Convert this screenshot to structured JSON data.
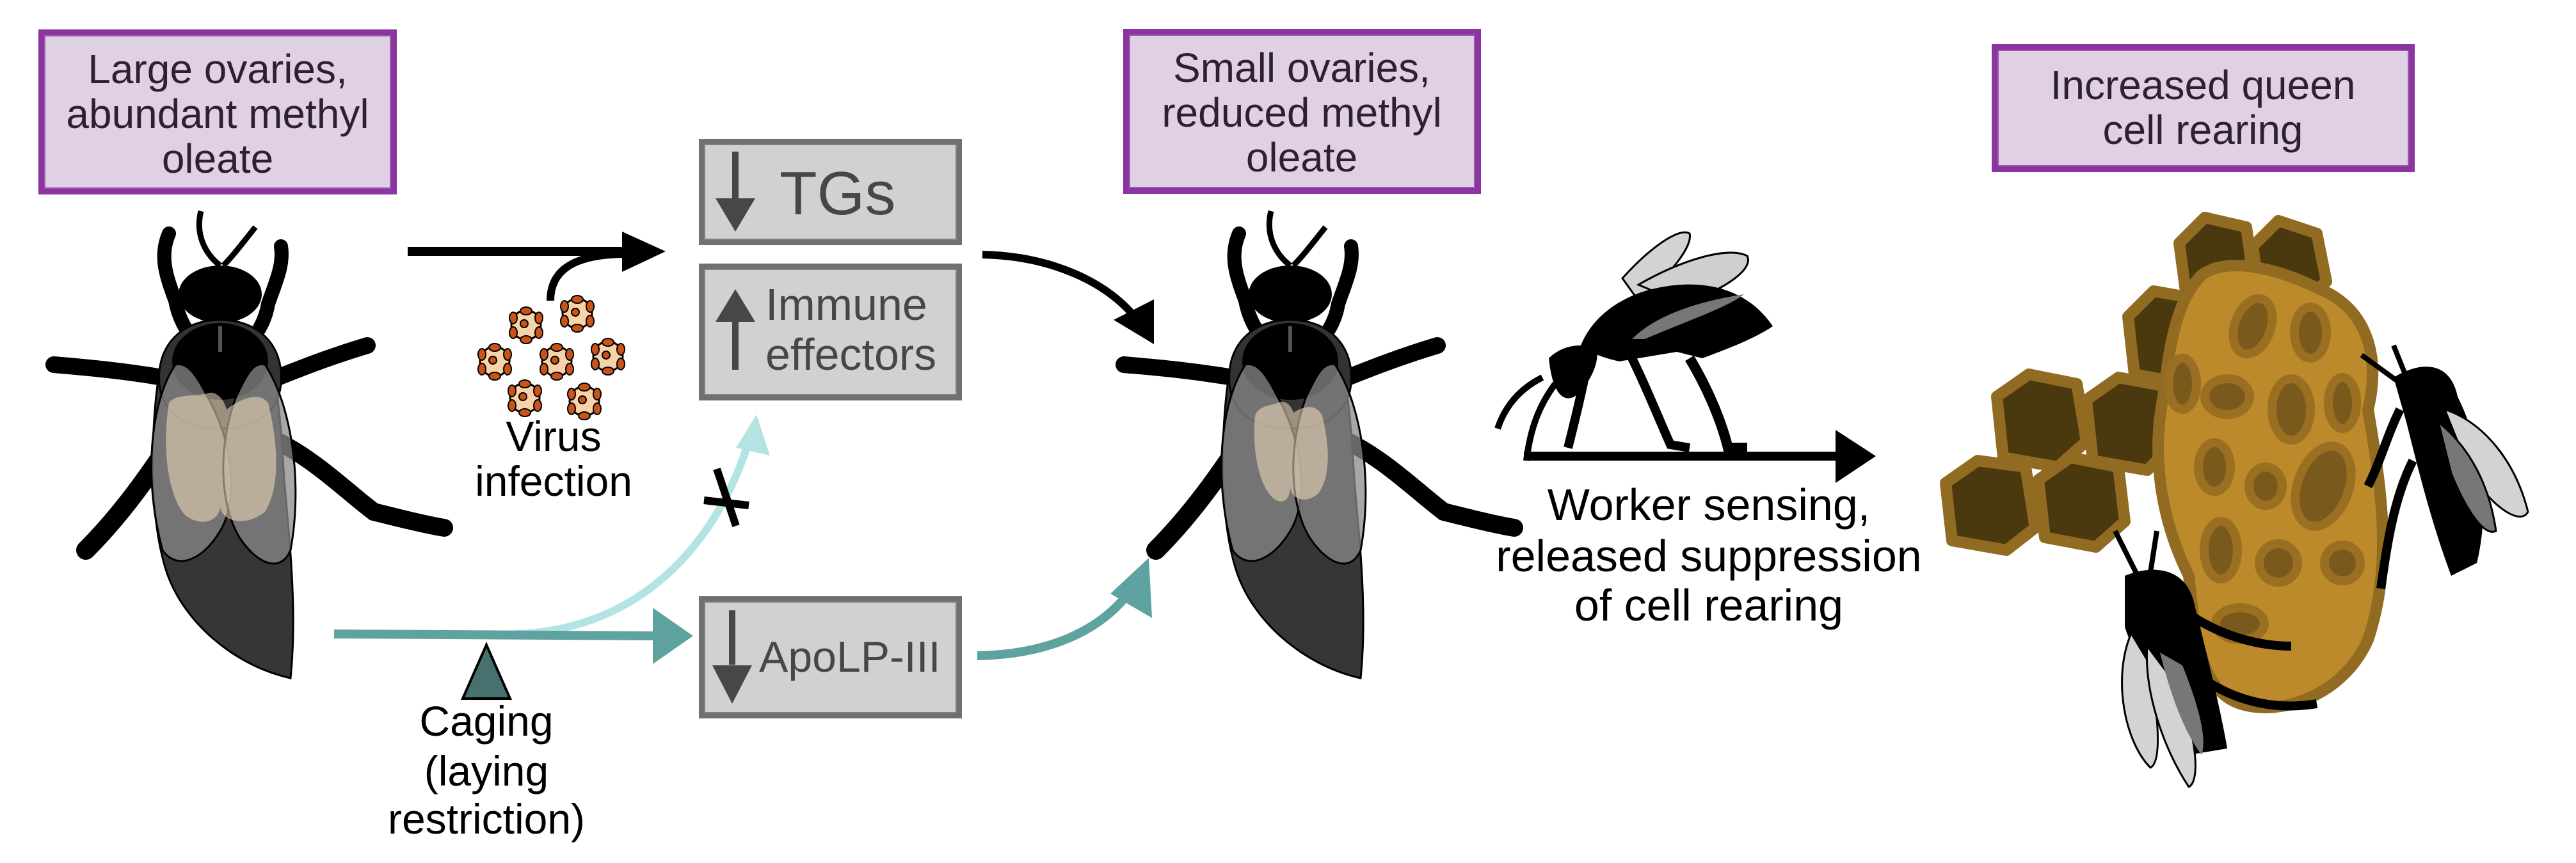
{
  "figure": {
    "states": {
      "initial": {
        "lines": [
          "Large ovaries,",
          "abundant methyl",
          "oleate"
        ]
      },
      "reduced": {
        "lines": [
          "Small ovaries,",
          "reduced methyl",
          "oleate"
        ]
      },
      "outcome": {
        "lines": [
          "Increased queen",
          "cell rearing"
        ]
      }
    },
    "effects": {
      "tgs": {
        "direction": "down",
        "lines": [
          "TGs"
        ]
      },
      "immune": {
        "direction": "up",
        "lines": [
          "Immune",
          "effectors"
        ]
      },
      "apolp": {
        "direction": "down",
        "lines": [
          "ApoLP-III"
        ]
      }
    },
    "stimuli": {
      "virus": {
        "lines": [
          "Virus",
          "infection"
        ],
        "particle_count": 7
      },
      "caging": {
        "lines": [
          "Caging",
          "(laying",
          "restriction)"
        ]
      }
    },
    "worker": {
      "lines": [
        "Worker sensing,",
        "released suppression",
        "of cell rearing"
      ]
    },
    "blocked_pathway": {
      "from": "caging",
      "to": "immune",
      "marker": "X"
    },
    "icons": {
      "queen_bee_1": "queen-bee-icon",
      "queen_bee_2": "queen-bee-icon",
      "worker_bee": "worker-bee-icon",
      "virus": "virus-particle-icon",
      "comb": "honeycomb-queen-cell-icon",
      "caging": "triangle-icon"
    },
    "colors": {
      "label_border": "#8B35A0",
      "label_fill": "#DFD0E3",
      "effect_border": "#707070",
      "effect_fill": "#D1D1D1",
      "teal": "#5FA3A1",
      "teal_light": "#B3E3E3",
      "caging_triangle": "#46716F",
      "comb_border": "#916B22",
      "comb_cell": "#4A380E",
      "queen_cell": "#BC8A2B",
      "virus_body": "#F6D3A8",
      "virus_spike": "#C8541A",
      "ovary": "#F6DDBC"
    }
  }
}
